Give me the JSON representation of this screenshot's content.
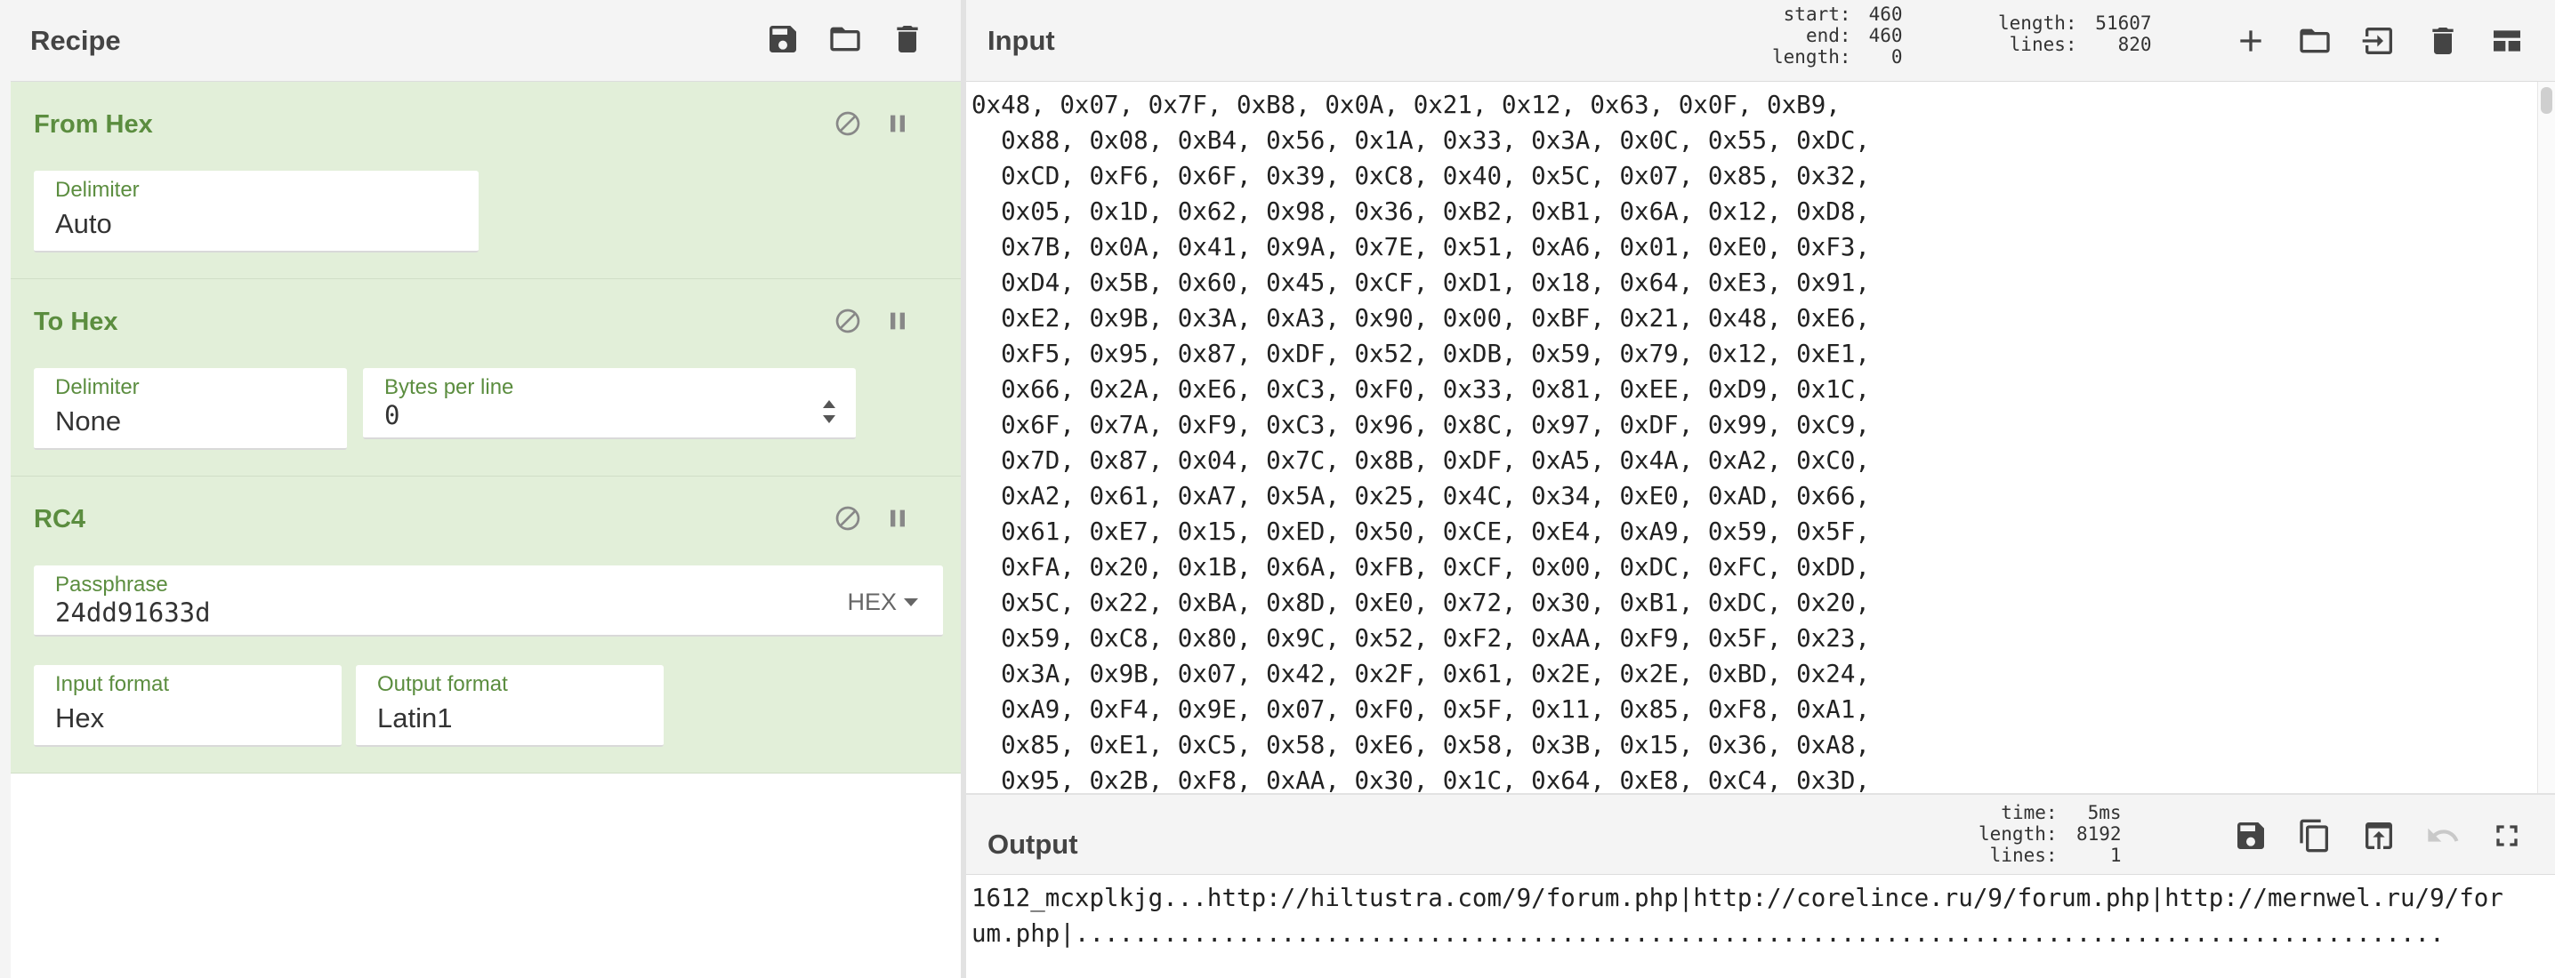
{
  "recipe": {
    "title": "Recipe",
    "icons": [
      "save-icon",
      "folder-icon",
      "trash-icon"
    ],
    "operations": [
      {
        "name": "From Hex",
        "fields": [
          {
            "label": "Delimiter",
            "value": "Auto"
          }
        ]
      },
      {
        "name": "To Hex",
        "fields": [
          {
            "label": "Delimiter",
            "value": "None"
          },
          {
            "label": "Bytes per line",
            "value": "0"
          }
        ]
      },
      {
        "name": "RC4",
        "fields": [
          {
            "label": "Passphrase",
            "value": "24dd91633d",
            "format": "HEX"
          },
          {
            "label": "Input format",
            "value": "Hex"
          },
          {
            "label": "Output format",
            "value": "Latin1"
          }
        ]
      }
    ]
  },
  "input": {
    "title": "Input",
    "stats": {
      "start_label": "start:",
      "start": "460",
      "end_label": "end:",
      "end": "460",
      "sel_length_label": "length:",
      "sel_length": "0",
      "length_label": "length:",
      "length": "51607",
      "lines_label": "lines:",
      "lines": "820"
    },
    "icons": [
      "plus-icon",
      "open-folder-icon",
      "import-icon",
      "trash-icon",
      "layout-icon"
    ],
    "lines": [
      "0x48, 0x07, 0x7F, 0xB8, 0x0A, 0x21, 0x12, 0x63, 0x0F, 0xB9,",
      "  0x88, 0x08, 0xB4, 0x56, 0x1A, 0x33, 0x3A, 0x0C, 0x55, 0xDC,",
      "  0xCD, 0xF6, 0x6F, 0x39, 0xC8, 0x40, 0x5C, 0x07, 0x85, 0x32,",
      "  0x05, 0x1D, 0x62, 0x98, 0x36, 0xB2, 0xB1, 0x6A, 0x12, 0xD8,",
      "  0x7B, 0x0A, 0x41, 0x9A, 0x7E, 0x51, 0xA6, 0x01, 0xE0, 0xF3,",
      "  0xD4, 0x5B, 0x60, 0x45, 0xCF, 0xD1, 0x18, 0x64, 0xE3, 0x91,",
      "  0xE2, 0x9B, 0x3A, 0xA3, 0x90, 0x00, 0xBF, 0x21, 0x48, 0xE6,",
      "  0xF5, 0x95, 0x87, 0xDF, 0x52, 0xDB, 0x59, 0x79, 0x12, 0xE1,",
      "  0x66, 0x2A, 0xE6, 0xC3, 0xF0, 0x33, 0x81, 0xEE, 0xD9, 0x1C,",
      "  0x6F, 0x7A, 0xF9, 0xC3, 0x96, 0x8C, 0x97, 0xDF, 0x99, 0xC9,",
      "  0x7D, 0x87, 0x04, 0x7C, 0x8B, 0xDF, 0xA5, 0x4A, 0xA2, 0xC0,",
      "  0xA2, 0x61, 0xA7, 0x5A, 0x25, 0x4C, 0x34, 0xE0, 0xAD, 0x66,",
      "  0x61, 0xE7, 0x15, 0xED, 0x50, 0xCE, 0xE4, 0xA9, 0x59, 0x5F,",
      "  0xFA, 0x20, 0x1B, 0x6A, 0xFB, 0xCF, 0x00, 0xDC, 0xFC, 0xDD,",
      "  0x5C, 0x22, 0xBA, 0x8D, 0xE0, 0x72, 0x30, 0xB1, 0xDC, 0x20,",
      "  0x59, 0xC8, 0x80, 0x9C, 0x52, 0xF2, 0xAA, 0xF9, 0x5F, 0x23,",
      "  0x3A, 0x9B, 0x07, 0x42, 0x2F, 0x61, 0x2E, 0x2E, 0xBD, 0x24,",
      "  0xA9, 0xF4, 0x9E, 0x07, 0xF0, 0x5F, 0x11, 0x85, 0xF8, 0xA1,",
      "  0x85, 0xE1, 0xC5, 0x58, 0xE6, 0x58, 0x3B, 0x15, 0x36, 0xA8,",
      "  0x95, 0x2B, 0xF8, 0xAA, 0x30, 0x1C, 0x64, 0xE8, 0xC4, 0x3D,"
    ]
  },
  "output": {
    "title": "Output",
    "stats": {
      "time_label": "time:",
      "time": "5ms",
      "length_label": "length:",
      "length": "8192",
      "lines_label": "lines:",
      "lines": "1"
    },
    "icons": [
      "save-icon",
      "copy-icon",
      "replace-input-icon",
      "undo-icon",
      "fullscreen-icon"
    ],
    "lines": [
      "1612_mcxplkjg...http://hiltustra.com/9/forum.php|http://corelince.ru/9/forum.php|http://mernwel.ru/9/for",
      "um.php|............................................................................................."
    ]
  },
  "colors": {
    "operation_bg": "#e2efd9",
    "operation_title": "#5b8d3f",
    "header_bg": "#f4f4f4"
  }
}
